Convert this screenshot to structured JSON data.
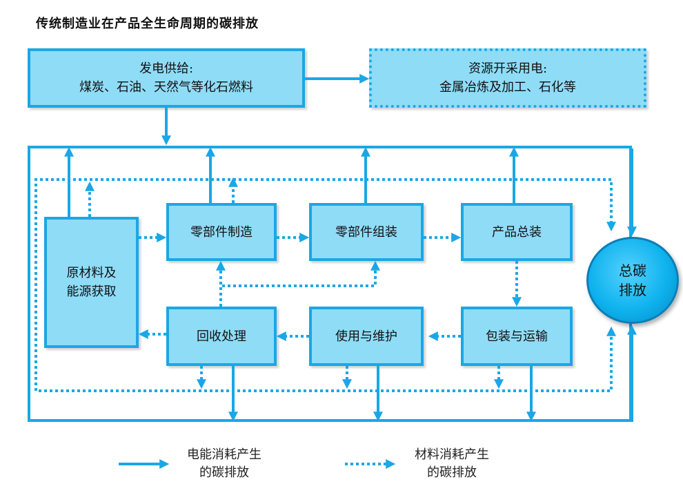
{
  "title": "传统制造业在产品全生命周期的碳排放",
  "boxes": {
    "power_supply": {
      "line1": "发电供给:",
      "line2": "煤炭、石油、天然气等化石燃料"
    },
    "resource_power": {
      "line1": "资源开采用电:",
      "line2": "金属冶炼及加工、石化等"
    },
    "raw": {
      "line1": "原材料及",
      "line2": "能源获取"
    },
    "parts_mfg": "零部件制造",
    "parts_assembly": "零部件组装",
    "product_assembly": "产品总装",
    "recycling": "回收处理",
    "use_maintenance": "使用与维护",
    "packaging_transport": "包装与运输",
    "total": {
      "line1": "总碳",
      "line2": "排放"
    }
  },
  "legend": {
    "solid": {
      "line1": "电能消耗产生",
      "line2": "的碳排放"
    },
    "dotted": {
      "line1": "材料消耗产生",
      "line2": "的碳排放"
    }
  },
  "colors": {
    "border": "#1aa7e6",
    "fill": "#8fdcf7",
    "circle": "#0fb3ee"
  }
}
